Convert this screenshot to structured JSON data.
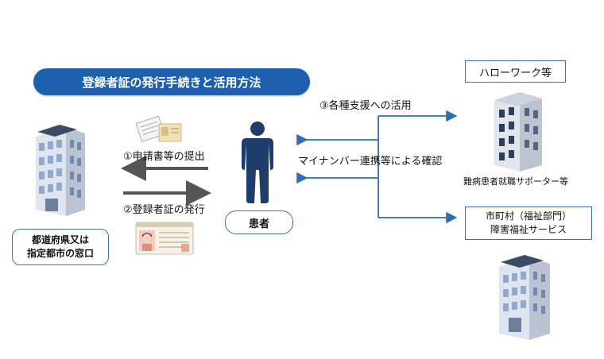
{
  "title": "登録者証の発行手続きと活用方法",
  "steps": {
    "submit": "①申請書等の提出",
    "issue": "②登録者証の発行",
    "use": "③各種支援への活用",
    "mynumber": "マイナンバー連携等による確認"
  },
  "patient": "患者",
  "office": {
    "line1": "都道府県又は",
    "line2": "指定都市の窓口"
  },
  "hellowork": {
    "box": "ハローワーク等",
    "caption": "難病患者就職サポーター等"
  },
  "city": {
    "line1": "市町村（福祉部門）",
    "line2": "障害福祉サービス"
  },
  "colors": {
    "accent": "#1f5fb0",
    "border": "#3a6fb3",
    "arrow_gray": "#555555",
    "arrow_blue": "#2f6db5",
    "person": "#1f3d6b"
  }
}
